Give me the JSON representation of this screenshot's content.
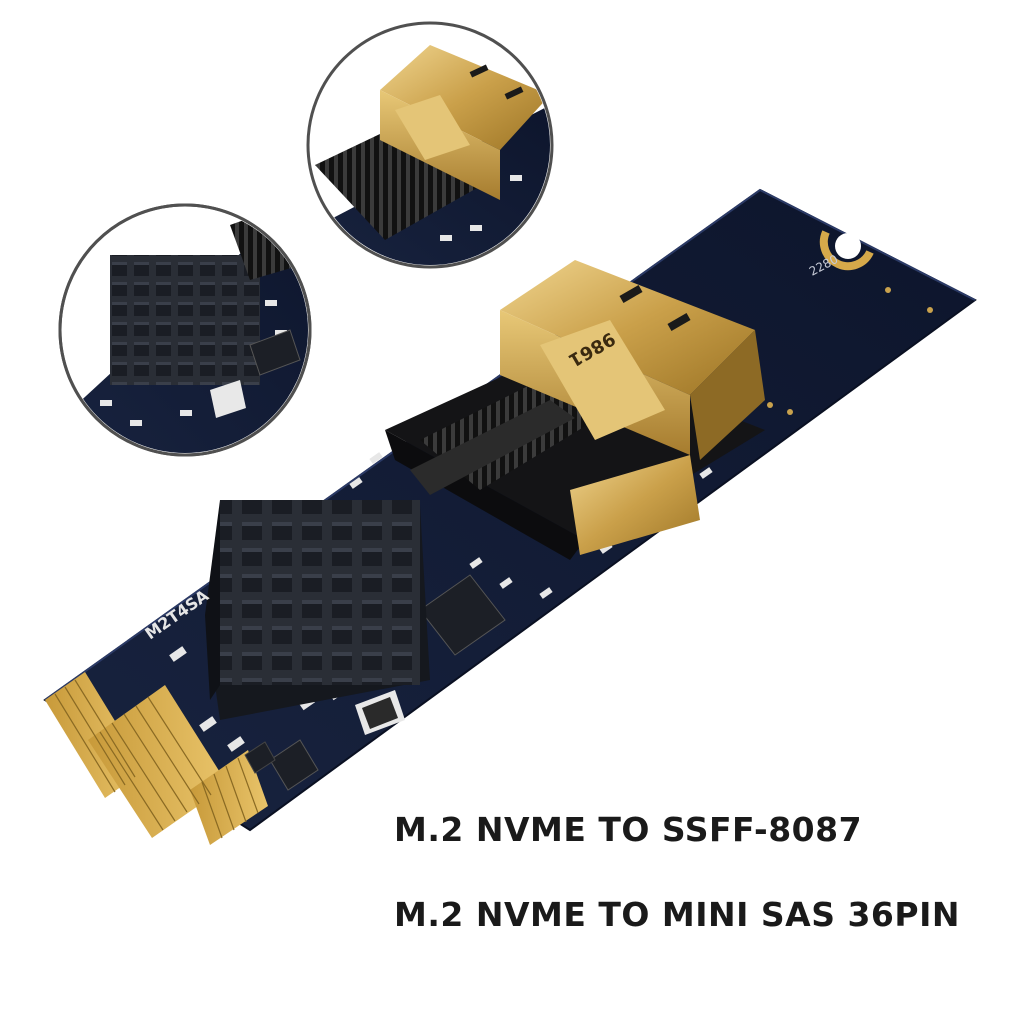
{
  "product": {
    "captions": [
      "M.2 NVME TO SSFF-8087",
      "M.2 NVME TO MINI SAS 36PIN"
    ],
    "board_labels": {
      "model": "M2T4SA",
      "size": "2280",
      "connector_marking": "9861"
    }
  },
  "colors": {
    "pcb": "#101a34",
    "gold": "#d4a84a",
    "heatsink": "#1d2027",
    "text": "#1a1a1a"
  }
}
